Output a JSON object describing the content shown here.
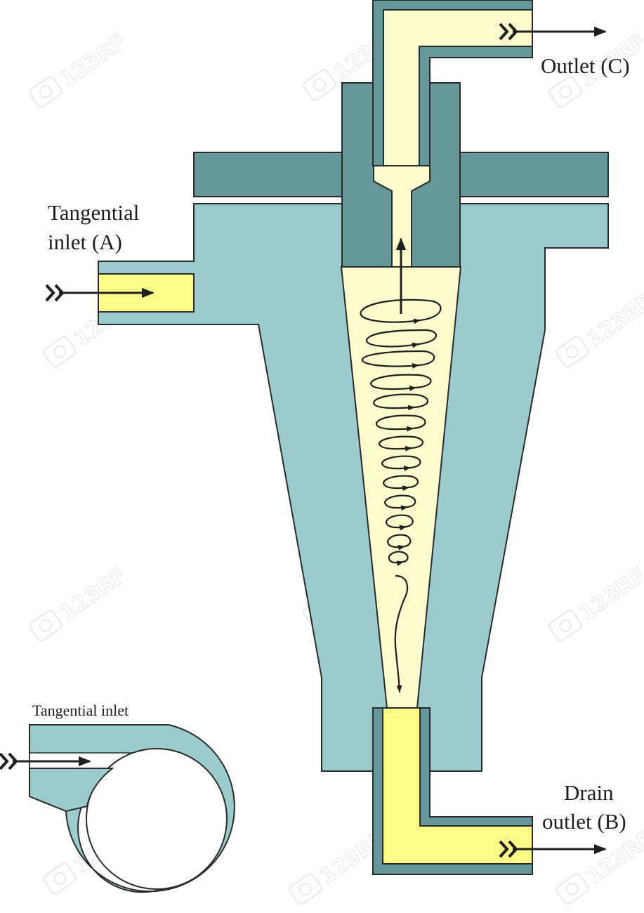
{
  "labels": {
    "outlet_c": "Outlet (C)",
    "tangential_inlet_a_line1": "Tangential",
    "tangential_inlet_a_line2": "inlet (A)",
    "drain_outlet_b_line1": "Drain",
    "drain_outlet_b_line2": "outlet (B)",
    "tangential_inlet_detail": "Tangential inlet"
  },
  "watermark": {
    "text": "123RF"
  },
  "colors": {
    "body_fill": "#9bcbcd",
    "dark_fill": "#66979a",
    "core_fill": "#fcfbcd",
    "pipe_fill": "#fbfb88",
    "outline": "#2a2a2a",
    "arrow": "#1f1f1f"
  }
}
